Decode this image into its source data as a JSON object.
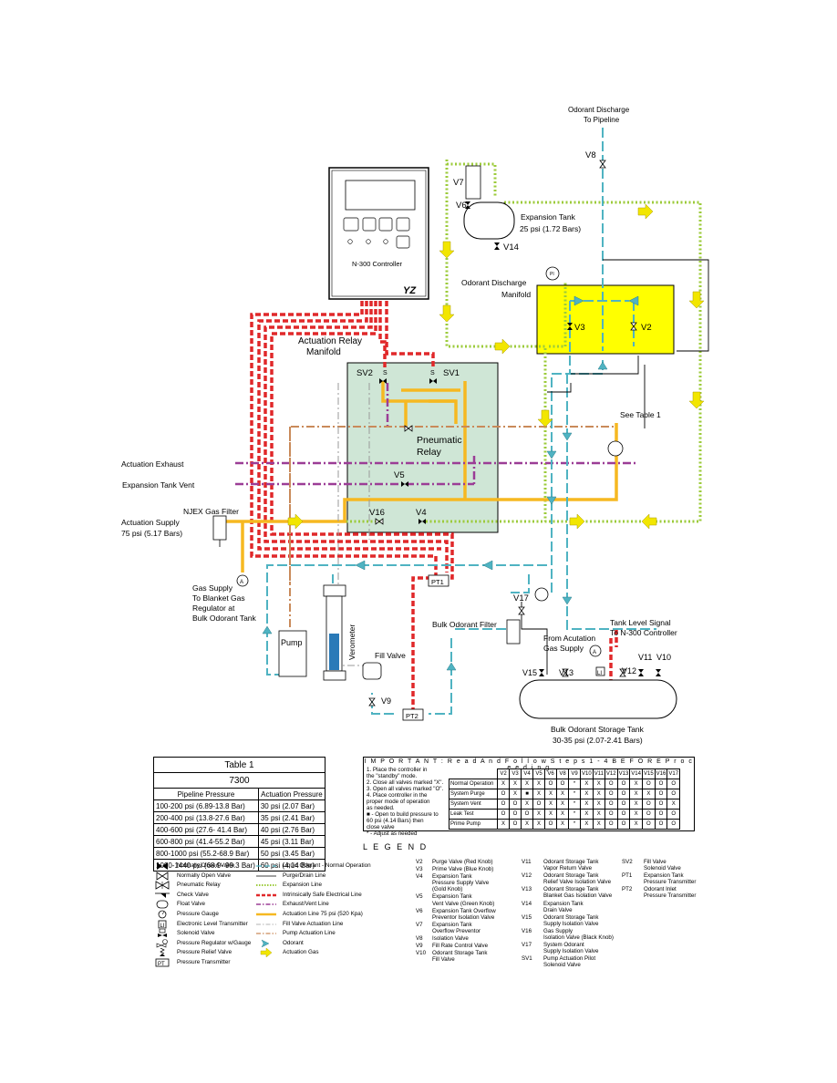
{
  "controller": {
    "name": "N-300 Controller",
    "logo": "YZ"
  },
  "labels": {
    "odorant_discharge": "Odorant Discharge",
    "to_pipeline": "To Pipeline",
    "v8": "V8",
    "v7": "V7",
    "v6": "V6",
    "v14": "V14",
    "expansion_tank": "Expansion Tank",
    "expansion_tank_psi": "25 psi (1.72 Bars)",
    "discharge_manifold_1": "Odorant Discharge",
    "discharge_manifold_2": "Manifold",
    "pi": "PI",
    "v3": "V3",
    "v2": "V2",
    "actuation_relay_1": "Actuation Relay",
    "actuation_relay_2": "Manifold",
    "sv2": "SV2",
    "sv1": "SV1",
    "s": "S",
    "see_table": "See Table 1",
    "pneumatic_relay_1": "Pneumatic",
    "pneumatic_relay_2": "Relay",
    "actuation_exhaust": "Actuation Exhaust",
    "expansion_tank_vent": "Expansion Tank Vent",
    "v5": "V5",
    "njex_filter": "NJEX Gas Filter",
    "actuation_supply_1": "Actuation Supply",
    "actuation_supply_2": "75 psi (5.17 Bars)",
    "v16": "V16",
    "v4": "V4",
    "gas_supply_1": "Gas Supply",
    "gas_supply_2": "To Blanket Gas",
    "gas_supply_3": "Regulator at",
    "gas_supply_4": "Bulk Odorant Tank",
    "a": "A",
    "pt1": "PT1",
    "pt2": "PT2",
    "v17": "V17",
    "bulk_filter": "Bulk Odorant Filter",
    "from_actuation_1": "From Acutation",
    "from_actuation_2": "Gas Supply",
    "tank_level_1": "Tank Level Signal",
    "tank_level_2": "To N-300 Controller",
    "v11": "V11",
    "v10": "V10",
    "v15": "V15",
    "v13": "V13",
    "v12": "V12",
    "li": "LI",
    "pump": "Pump",
    "verometer": "Verometer",
    "fill_valve": "Fill Valve",
    "v9": "V9",
    "bulk_tank_1": "Bulk Odorant Storage Tank",
    "bulk_tank_2": "30-35 psi (2.07-2.41 Bars)"
  },
  "table1": {
    "title": "Table 1",
    "model": "7300",
    "headers": [
      "Pipeline Pressure",
      "Actuation Pressure"
    ],
    "rows": [
      [
        "100-200 psi (6.89-13.8 Bar)",
        "30 psi (2.07 Bar)"
      ],
      [
        "200-400 psi (13.8-27.6 Bar)",
        "35 psi (2.41 Bar)"
      ],
      [
        "400-600 psi (27.6- 41.4 Bar)",
        "40 psi (2.76 Bar)"
      ],
      [
        "600-800 psi (41.4-55.2 Bar)",
        "45 psi (3.11 Bar)"
      ],
      [
        "800-1000 psi (55.2-68.9 Bar)",
        "50 psi (3.45 Bar)"
      ],
      [
        "1000-1440 psi (68.9- 99.3 Bar)",
        "60 psi (4.14 Bar)"
      ]
    ]
  },
  "important": {
    "title": "I M P O R T A N T :  R e a d  A n d  F o l l o w  S t e p s  1 - 4  B E F O R E  P r o c e e d i n g",
    "steps": [
      "1. Place the controller in",
      "    the \"standby\" mode.",
      "2. Close all valves marked \"X\".",
      "3. Open all valves marked \"O\".",
      "4. Place controller in the",
      "    proper mode of operation",
      "    as needed.",
      "■ - Open to build pressure to",
      "    60 psi (4.14 Bars) then",
      "    close valve",
      "* - Adjust as needed"
    ],
    "columns": [
      "V2",
      "V3",
      "V4",
      "V5",
      "V6",
      "V8",
      "V9",
      "V10",
      "V11",
      "V12",
      "V13",
      "V14",
      "V15",
      "V16",
      "V17"
    ],
    "rows": [
      {
        "name": "Normal Operation",
        "cells": [
          "X",
          "X",
          "X",
          "X",
          "O",
          "O",
          "*",
          "X",
          "X",
          "O",
          "O",
          "X",
          "O",
          "O",
          "O"
        ]
      },
      {
        "name": "System Purge",
        "cells": [
          "O",
          "X",
          "■",
          "X",
          "X",
          "X",
          "*",
          "X",
          "X",
          "O",
          "O",
          "X",
          "X",
          "O",
          "O"
        ]
      },
      {
        "name": "System Vent",
        "cells": [
          "O",
          "O",
          "X",
          "O",
          "X",
          "X",
          "*",
          "X",
          "X",
          "O",
          "O",
          "X",
          "O",
          "O",
          "X"
        ]
      },
      {
        "name": "Leak Test",
        "cells": [
          "O",
          "O",
          "O",
          "X",
          "X",
          "X",
          "*",
          "X",
          "X",
          "O",
          "O",
          "X",
          "O",
          "O",
          "O"
        ]
      },
      {
        "name": "Prime Pump",
        "cells": [
          "X",
          "O",
          "X",
          "X",
          "O",
          "X",
          "*",
          "X",
          "X",
          "O",
          "O",
          "X",
          "O",
          "O",
          "O"
        ]
      }
    ]
  },
  "legend": {
    "title": "L E G E N D",
    "symbols": [
      {
        "icon": "normally-closed-valve-icon",
        "label": "Normally Closed Valve"
      },
      {
        "icon": "normally-open-valve-icon",
        "label": "Normally Open Valve"
      },
      {
        "icon": "pneumatic-relay-icon",
        "label": "Pneumatic Relay"
      },
      {
        "icon": "check-valve-icon",
        "label": "Check Valve"
      },
      {
        "icon": "float-valve-icon",
        "label": "Float Valve"
      },
      {
        "icon": "pressure-gauge-icon",
        "label": "Pressure Gauge"
      },
      {
        "icon": "level-transmitter-icon",
        "label": "Electronic Level Transmitter"
      },
      {
        "icon": "solenoid-valve-icon",
        "label": "Solenoid Valve"
      },
      {
        "icon": "pressure-regulator-icon",
        "label": "Pressure Regulator w/Gauge"
      },
      {
        "icon": "relief-valve-icon",
        "label": "Pressure Relief Valve"
      },
      {
        "icon": "pressure-transmitter-icon",
        "label": "Pressure Transmitter"
      }
    ],
    "lines": [
      {
        "icon": "liquid-odorant-line-icon",
        "color": "#4fb3c2",
        "label": "Liquid Odorant - Normal Operation"
      },
      {
        "icon": "purge-drain-line-icon",
        "color": "#000000",
        "label": "Purge/Drain Line"
      },
      {
        "icon": "expansion-line-icon",
        "color": "#9ccb3b",
        "label": "Expansion Line"
      },
      {
        "icon": "electrical-line-icon",
        "color": "#e0282a",
        "label": "Intrinsically Safe Electrical Line"
      },
      {
        "icon": "exhaust-vent-line-icon",
        "color": "#9b3d96",
        "label": "Exhaust/Vent Line"
      },
      {
        "icon": "actuation-line-icon",
        "color": "#f6b821",
        "label": "Actuation Line 75 psi (520 Kpa)"
      },
      {
        "icon": "fill-valve-actuation-line-icon",
        "color": "#9a9a9a",
        "label": "Fill Valve Actuation Line"
      },
      {
        "icon": "pump-actuation-line-icon",
        "color": "#c98a5a",
        "label": "Pump Actuation Line"
      },
      {
        "icon": "odorant-arrow-icon",
        "color": "#4fb3c2",
        "label": "Odorant"
      },
      {
        "icon": "actuation-gas-arrow-icon",
        "color": "#f2e600",
        "label": "Actuation Gas"
      }
    ]
  },
  "valve_descriptions": {
    "col1": [
      {
        "k": "V2",
        "v": [
          "Purge Valve (Red Knob)"
        ]
      },
      {
        "k": "V3",
        "v": [
          "Prime Valve (Blue Knob)"
        ]
      },
      {
        "k": "V4",
        "v": [
          "Expansion Tank",
          "Pressure Supply Valve",
          "(Gold Knob)"
        ]
      },
      {
        "k": "V5",
        "v": [
          "Expansion Tank",
          "Vent Valve (Green Knob)"
        ]
      },
      {
        "k": "V6",
        "v": [
          "Expansion Tank Overflow",
          "Preventor Isolation Valve"
        ]
      },
      {
        "k": "V7",
        "v": [
          "Expansion Tank",
          "Overflow Preventor"
        ]
      },
      {
        "k": "V8",
        "v": [
          "Isolation Valve"
        ]
      },
      {
        "k": "V9",
        "v": [
          "Fill Rate Control Valve"
        ]
      },
      {
        "k": "V10",
        "v": [
          "Odorant Storage Tank",
          "Fill Valve"
        ]
      }
    ],
    "col2": [
      {
        "k": "V11",
        "v": [
          "Odorant Storage Tank",
          "Vapor Return Valve"
        ]
      },
      {
        "k": "V12",
        "v": [
          "Odorant Storage Tank",
          "Relief Valve Isolation Valve"
        ]
      },
      {
        "k": "V13",
        "v": [
          "Odorant Storage Tank",
          "Blanket Gas Isolation Valve"
        ]
      },
      {
        "k": "V14",
        "v": [
          "Expansion Tank",
          "Drain Valve"
        ]
      },
      {
        "k": "V15",
        "v": [
          "Odorant Storage Tank",
          "Supply Isolation Valve"
        ]
      },
      {
        "k": "V16",
        "v": [
          "Gas Supply",
          "Isolation Valve (Black Knob)"
        ]
      },
      {
        "k": "V17",
        "v": [
          "System Odorant",
          "Supply Isolation Valve"
        ]
      },
      {
        "k": "SV1",
        "v": [
          "Pump Actuation Pilot",
          "Solenoid Valve"
        ]
      }
    ],
    "col3": [
      {
        "k": "SV2",
        "v": [
          "Fill Valve",
          "Solenoid Valve"
        ]
      },
      {
        "k": "PT1",
        "v": [
          "Expansion Tank",
          "Pressure Transmitter"
        ]
      },
      {
        "k": "PT2",
        "v": [
          "Odorant Inlet",
          "Pressure Transmitter"
        ]
      }
    ]
  },
  "colors": {
    "odorant": "#4fb3c2",
    "expansion": "#9ccb3b",
    "electrical": "#e0282a",
    "exhaust": "#9b3d96",
    "actuation": "#f6b821",
    "pump_actuation": "#c98a5a",
    "relay_manifold_fill": "#cfe6d6",
    "discharge_manifold_fill": "#ffff00",
    "arrow_yellow": "#f2e600"
  }
}
